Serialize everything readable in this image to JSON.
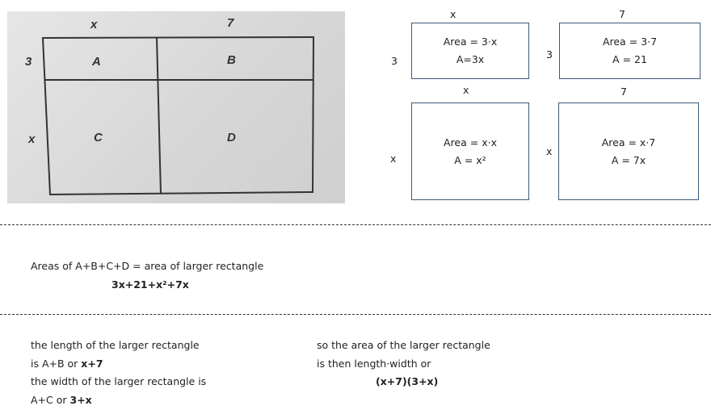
{
  "photo": {
    "top_labels": [
      "x",
      "7"
    ],
    "side_labels": [
      "3",
      "x"
    ],
    "regions": [
      "A",
      "B",
      "C",
      "D"
    ]
  },
  "boxes": [
    {
      "top": "x",
      "side": "3",
      "line1": "Area = 3·x",
      "line2": "A=3x"
    },
    {
      "top": "7",
      "side": "3",
      "line1": "Area = 3·7",
      "line2": "A = 21"
    },
    {
      "top": "x",
      "side": "x",
      "line1": "Area = x·x",
      "line2": "A = x²"
    },
    {
      "top": "7",
      "side": "x",
      "line1": "Area = x·7",
      "line2": "A = 7x"
    }
  ],
  "sum": {
    "statement": "Areas of A+B+C+D = area of larger rectangle",
    "expression": "3x+21+x²+7x"
  },
  "left_text": {
    "l1": "the length of the larger rectangle",
    "l2_prefix": "is A+B or ",
    "l2_bold": "x+7",
    "l3": "the width of the larger rectangle is",
    "l4_prefix": "A+C or ",
    "l4_bold": "3+x"
  },
  "right_text": {
    "l1": "so the area of the larger rectangle",
    "l2": "is then length·width or",
    "expression": "(x+7)(3+x)"
  }
}
